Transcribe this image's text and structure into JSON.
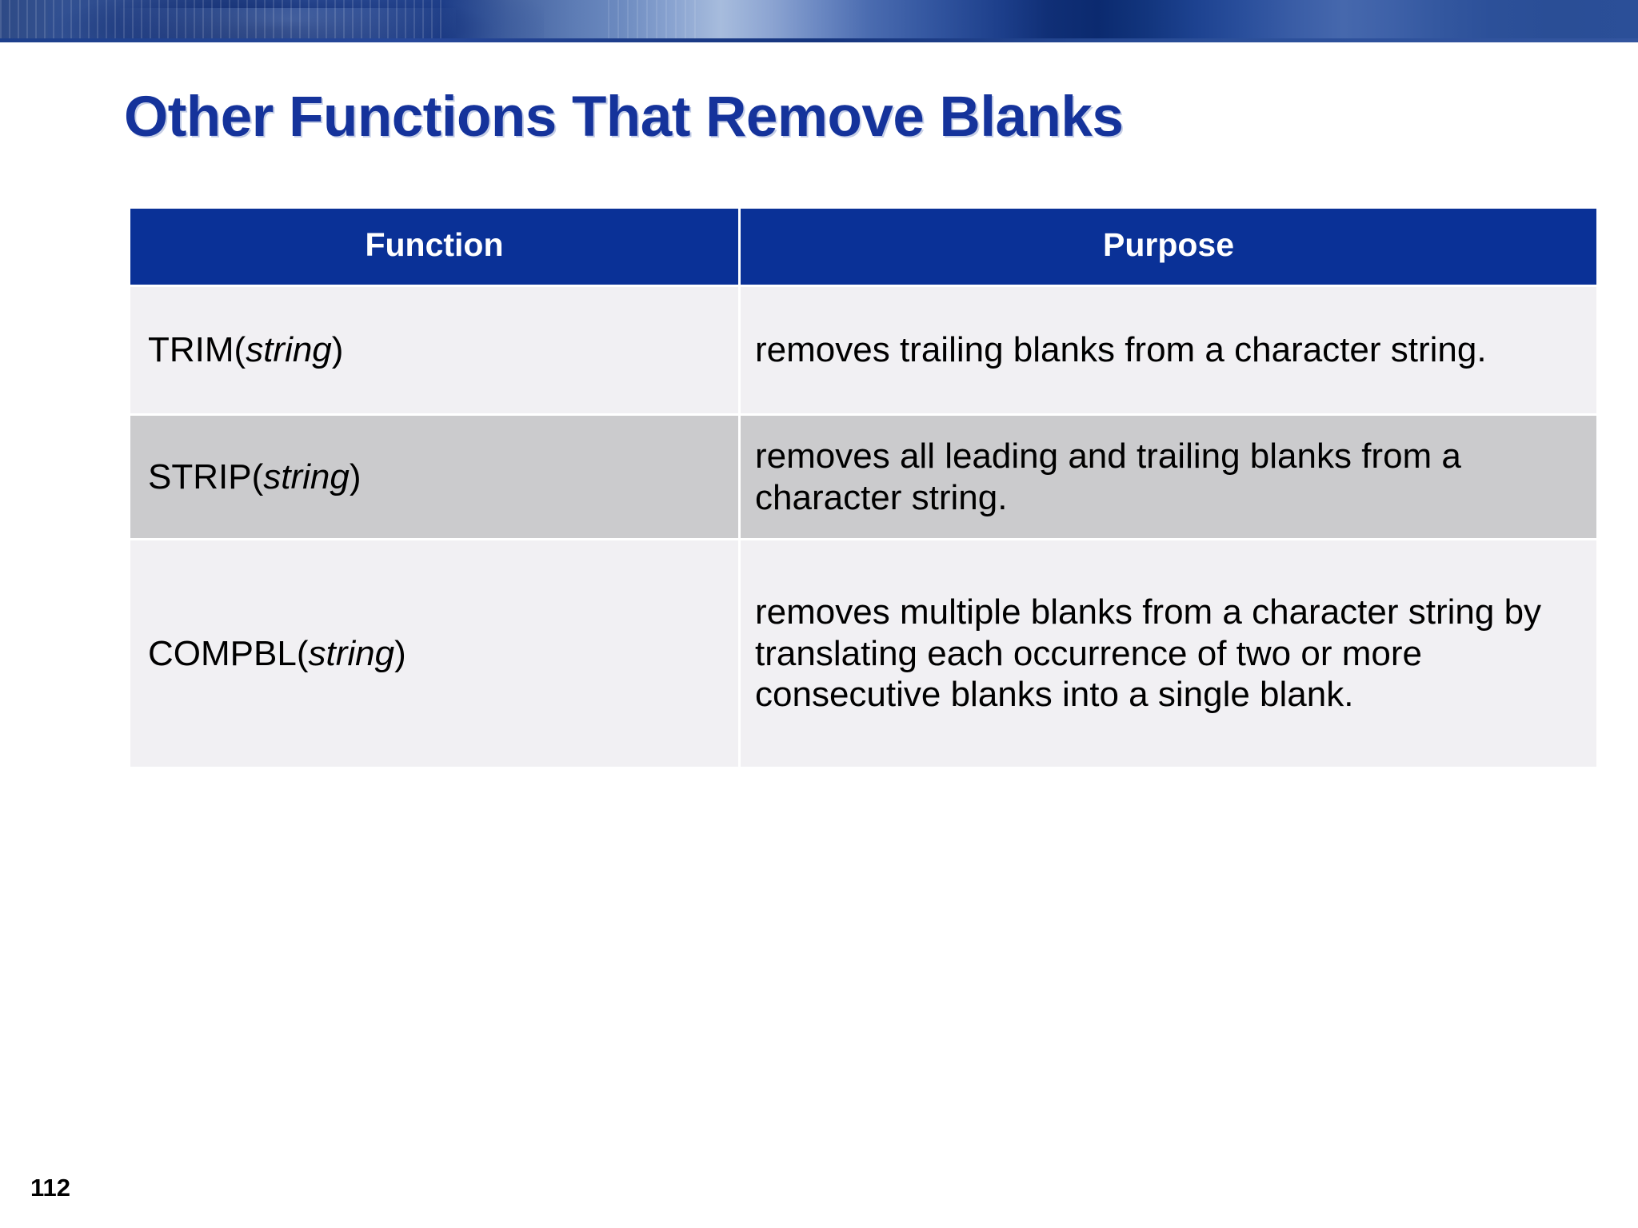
{
  "slide": {
    "title": "Other Functions That Remove Blanks",
    "page_number": "112",
    "accent_color": "#0a3197",
    "title_color": "#15339b",
    "row_light_color": "#f1f0f3",
    "row_dark_color": "#cbcbcd"
  },
  "table": {
    "columns": [
      {
        "label": "Function"
      },
      {
        "label": "Purpose"
      }
    ],
    "rows": [
      {
        "function_name": "TRIM(",
        "function_arg": "string",
        "function_close": ")",
        "purpose": "removes trailing blanks from a character string.",
        "shade": "light"
      },
      {
        "function_name": "STRIP(",
        "function_arg": "string",
        "function_close": ")",
        "purpose": "removes all leading and trailing blanks from a character string.",
        "shade": "dark"
      },
      {
        "function_name": "COMPBL(",
        "function_arg": "string",
        "function_close": ")",
        "purpose": "removes multiple blanks from a character string by translating each occurrence of two or more consecutive blanks into a single blank.",
        "shade": "light"
      }
    ]
  }
}
